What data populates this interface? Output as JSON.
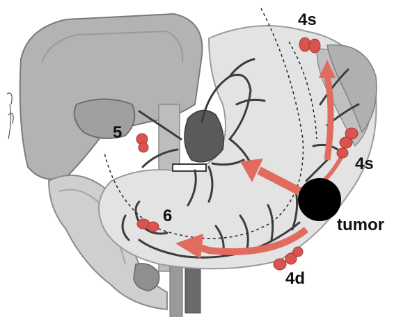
{
  "labels": {
    "station_4s_top": "4s",
    "station_4s_right": "4s",
    "station_5": "5",
    "station_6": "6",
    "station_4d": "4d",
    "tumor": "tumor"
  },
  "colors": {
    "background": "#ffffff",
    "organ_light": "#d8d8d8",
    "organ_mid": "#a9a9a9",
    "organ_dark": "#7a7a7a",
    "vessel": "#3c3c3c",
    "lymph_node": "#d9534f",
    "arrow": "#e06b5e",
    "tumor": "#000000"
  },
  "icons": {
    "signature": "artist-signature",
    "lymph_node": "lymph-node-oval",
    "flow_arrow": "block-arrow"
  }
}
